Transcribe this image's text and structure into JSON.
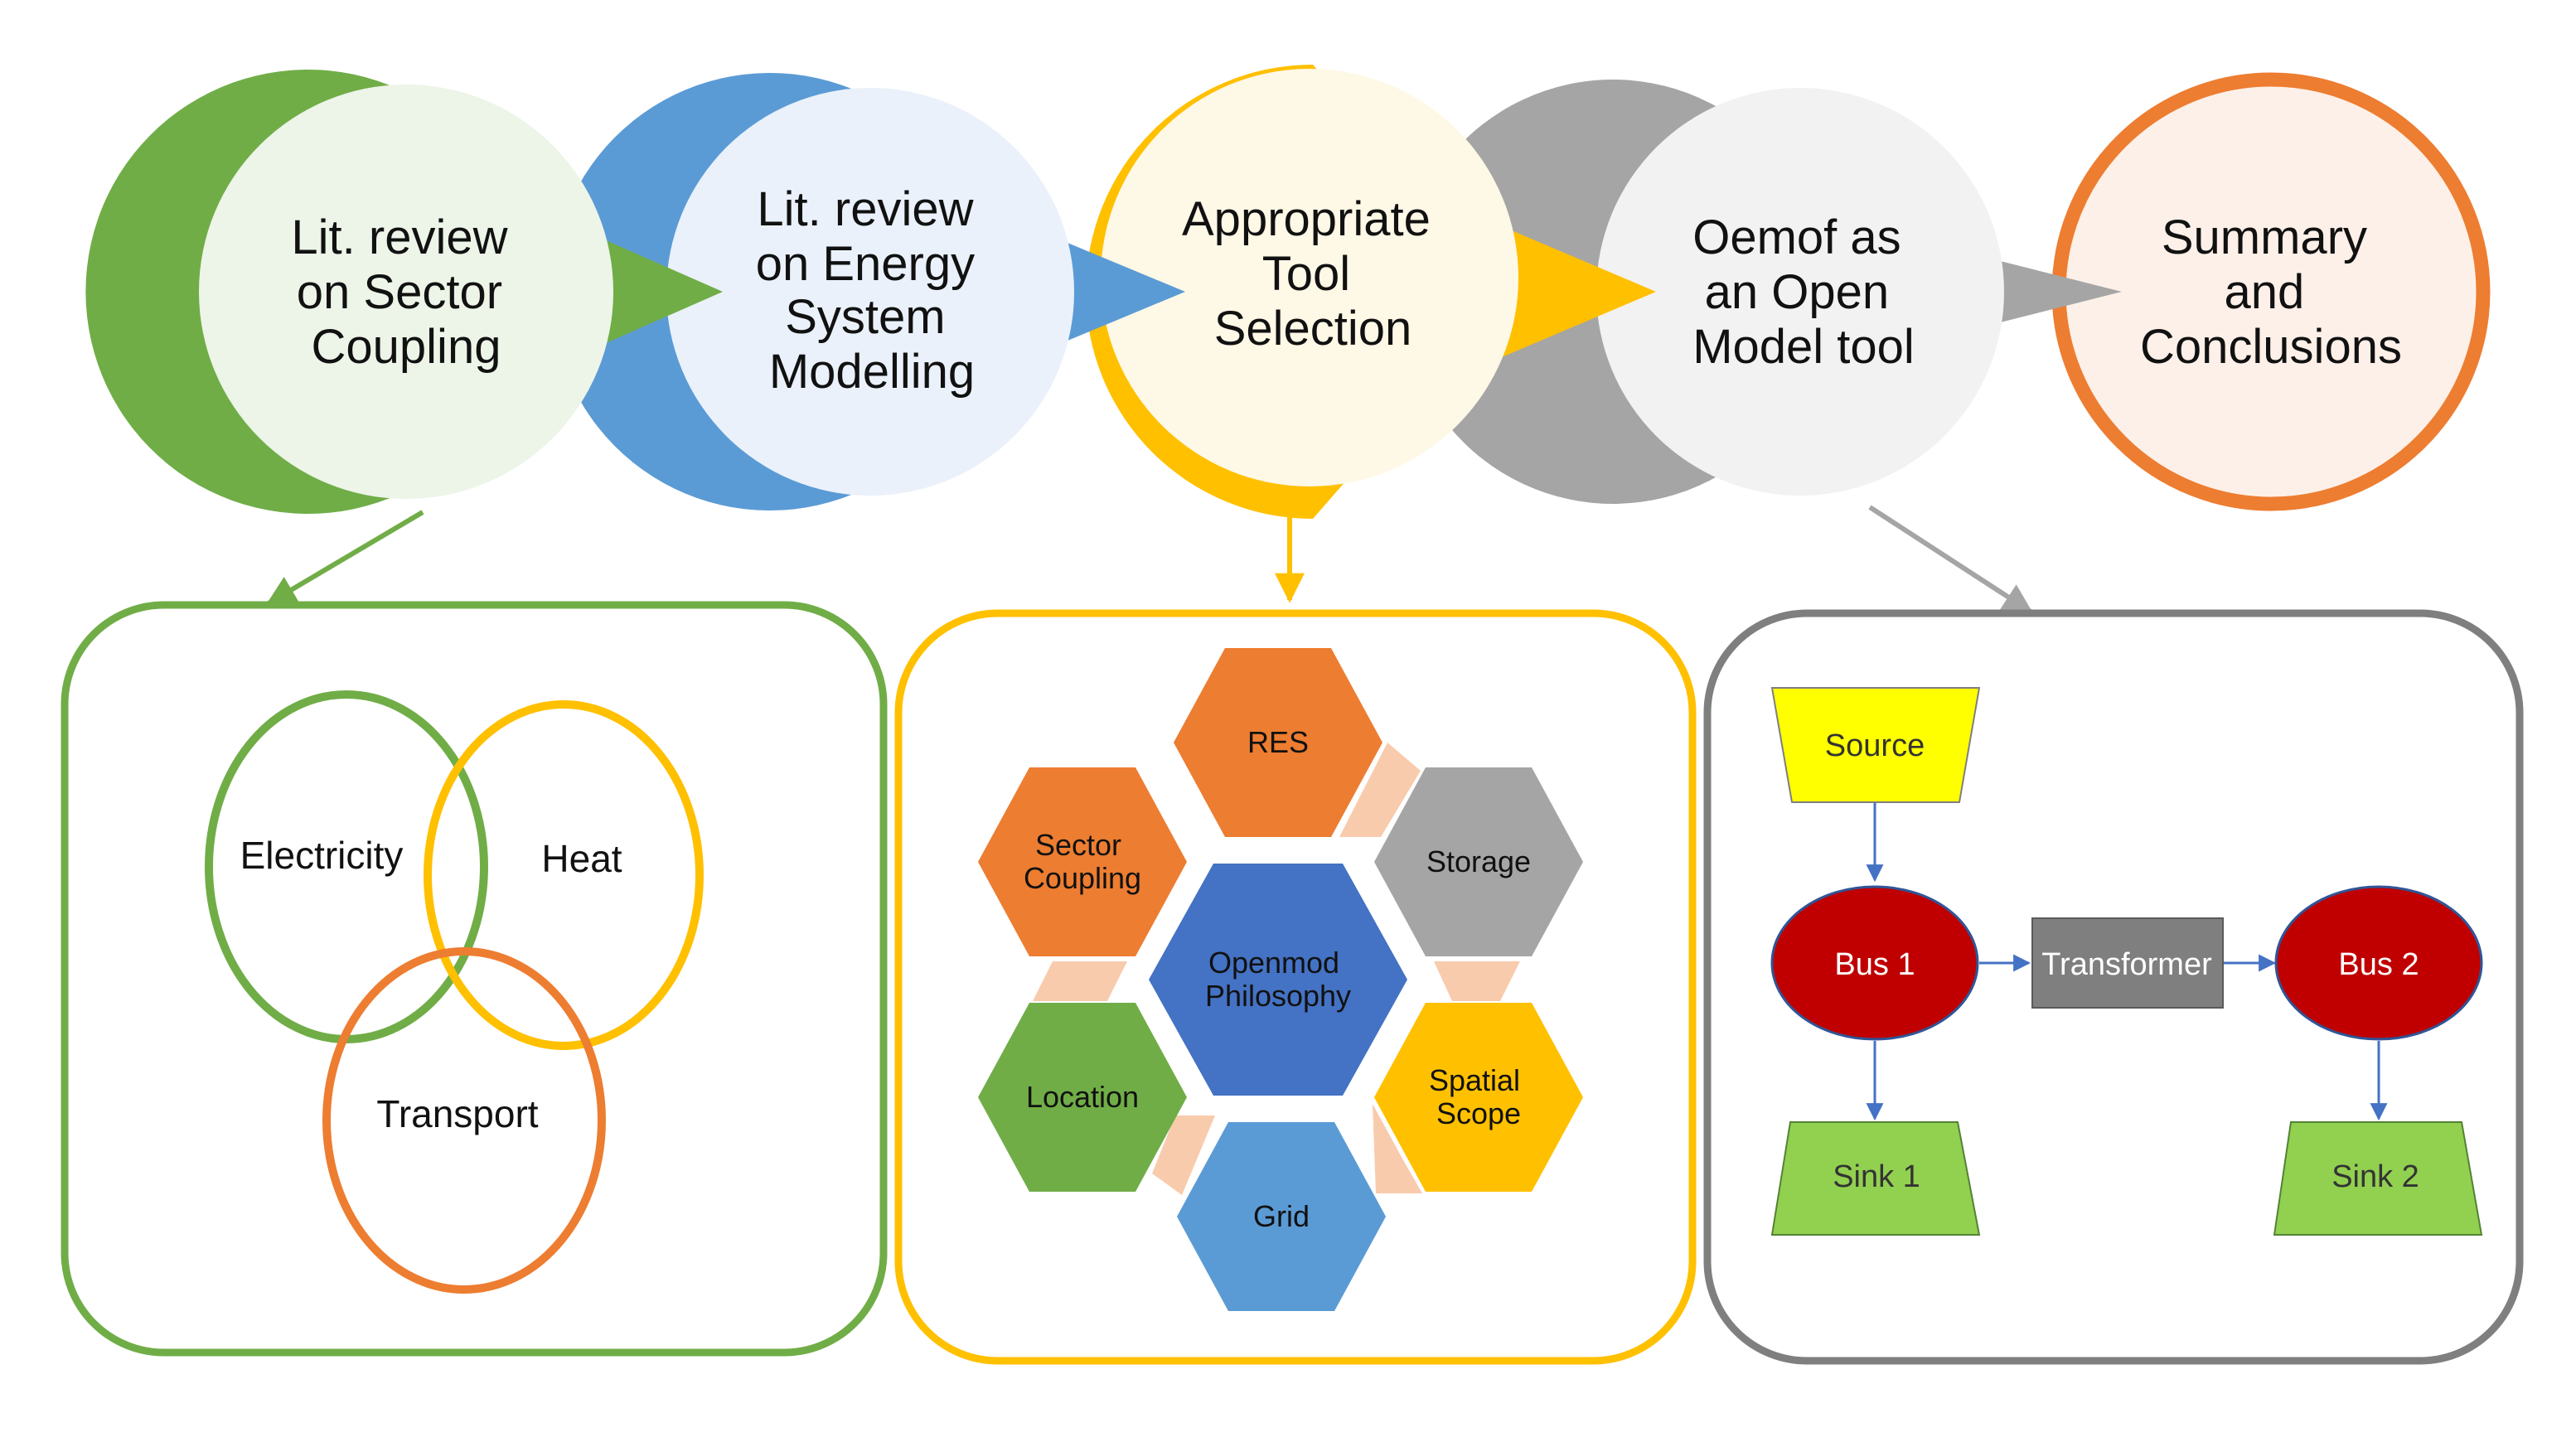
{
  "steps": [
    {
      "lines": [
        "Lit. review",
        "on Sector",
        "Coupling"
      ],
      "color": "#70ad47",
      "fill": "#edf4e8"
    },
    {
      "lines": [
        "Lit. review",
        "on Energy",
        "System",
        "Modelling"
      ],
      "color": "#5b9bd5",
      "fill": "#eaf1fa"
    },
    {
      "lines": [
        "Appropriate",
        "Tool",
        "Selection"
      ],
      "color": "#ffc000",
      "fill": "#fef8e6"
    },
    {
      "lines": [
        "Oemof as",
        "an Open",
        "Model tool"
      ],
      "color": "#a5a5a5",
      "fill": "#f2f2f2"
    },
    {
      "lines": [
        "Summary",
        "and",
        "Conclusions"
      ],
      "color": "#ed7d31",
      "fill": "#fdf0e8"
    }
  ],
  "venn": {
    "electricity": "Electricity",
    "heat": "Heat",
    "transport": "Transport"
  },
  "hexagons": {
    "center": [
      "Openmod",
      "Philosophy"
    ],
    "res": [
      "RES"
    ],
    "storage": [
      "Storage"
    ],
    "spatial_scope": [
      "Spatial",
      "Scope"
    ],
    "grid": [
      "Grid"
    ],
    "location": [
      "Location"
    ],
    "sector_coupling": [
      "Sector",
      "Coupling"
    ]
  },
  "flow": {
    "source": "Source",
    "bus1": "Bus 1",
    "transformer": "Transformer",
    "bus2": "Bus 2",
    "sink1": "Sink 1",
    "sink2": "Sink 2"
  },
  "colors": {
    "green": "#70ad47",
    "blue": "#5b9bd5",
    "yellow": "#ffc000",
    "gray": "#a5a5a5",
    "orange": "#ed7d31",
    "dark_blue": "#4472c4",
    "connector": "#f8cbad",
    "source_fill": "#ffff00",
    "bus_fill": "#c00000",
    "transformer_fill": "#7f7f7f",
    "sink_fill": "#92d050"
  }
}
